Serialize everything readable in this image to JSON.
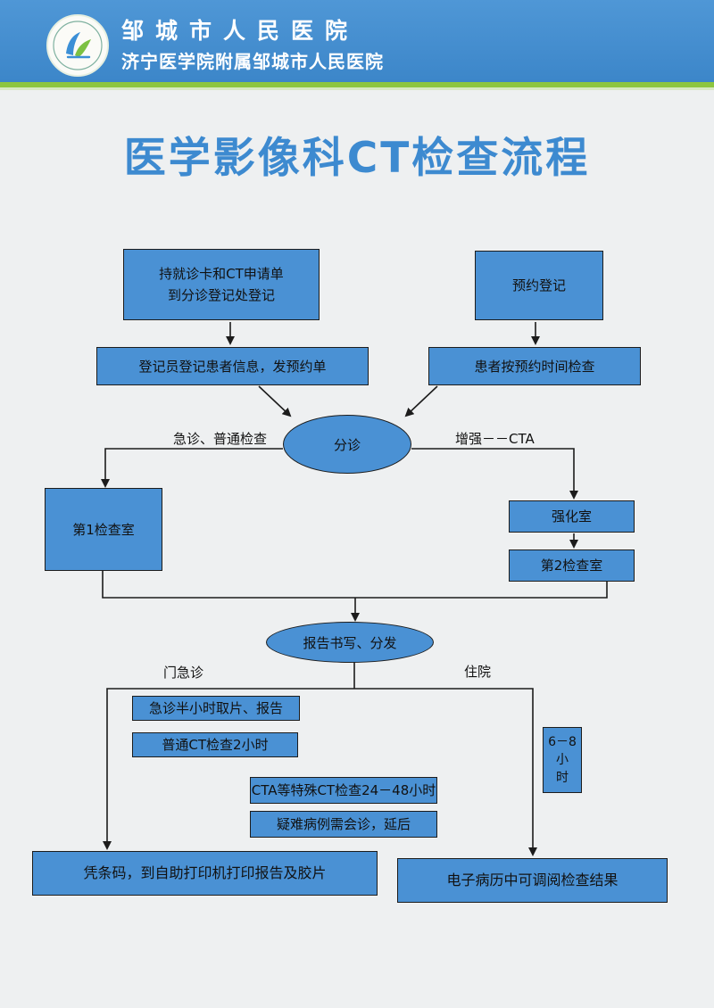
{
  "header": {
    "hospital_name": "邹城市人民医院",
    "hospital_subname": "济宁医学院附属邹城市人民医院",
    "logo_icon": "hospital-logo-icon"
  },
  "title": "医学影像科CT检查流程",
  "colors": {
    "header_blue": "#3c86c9",
    "accent_green": "#8dc63f",
    "title_blue": "#3d8ad0",
    "box_blue": "#4a91d4"
  },
  "flow": {
    "step_card_register": "持就诊卡和CT申请单\n到分诊登记处登记",
    "step_reservation": "预约登记",
    "step_registrar": "登记员登记患者信息，发预约单",
    "step_check_on_time": "患者按预约时间检查",
    "triage": "分诊",
    "label_emergency_general": "急诊、普通检查",
    "label_enhanced_cta": "增强－－CTA",
    "room_1": "第1检查室",
    "enhance_room": "强化室",
    "room_2": "第2检查室",
    "report": "报告书写、分发",
    "label_outpatient": "门急诊",
    "label_inpatient": "住院",
    "note_emergency": "急诊半小时取片、报告",
    "note_general": "普通CT检查2小时",
    "note_cta": "CTA等特殊CT检查24－48小时",
    "note_difficult": "疑难病例需会诊，延后",
    "note_inpatient_time": "6－8\n小\n时",
    "result_print": "凭条码，到自助打印机打印报告及胶片",
    "result_emr": "电子病历中可调阅检查结果"
  }
}
